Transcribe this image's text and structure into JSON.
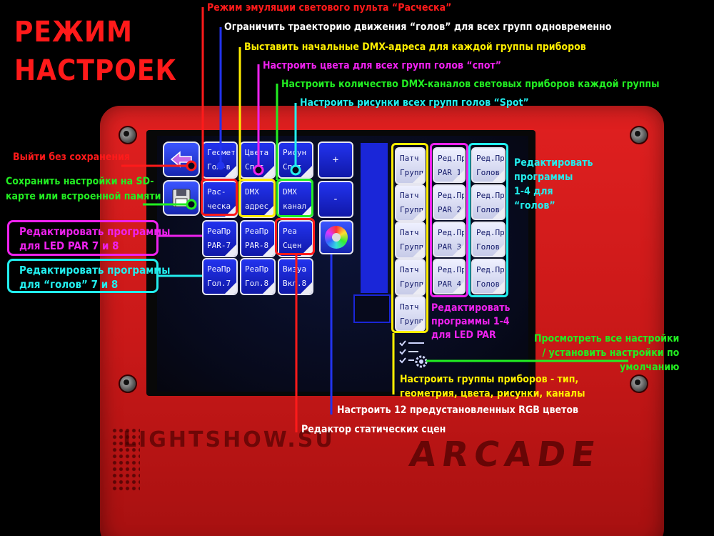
{
  "title": "РЕЖИМ\nНАСТРОЕК",
  "device": {
    "brand_left": "LIGHTSHOW.SU",
    "brand_right": "ARCADE"
  },
  "screen": {
    "buttons_row1": [
      {
        "label": "Геомет\nГол-в"
      },
      {
        "label": "Цвета\nСпот"
      },
      {
        "label": "Рисун\nСпот"
      },
      {
        "label": "+"
      }
    ],
    "buttons_row2": [
      {
        "label": "Рас-\nческа"
      },
      {
        "label": "DMX\nадрес"
      },
      {
        "label": "DMX\nканал"
      },
      {
        "label": "-"
      }
    ],
    "buttons_row3": [
      {
        "label": "РеаПр\nPAR-7"
      },
      {
        "label": "РеаПр\nPAR-8"
      },
      {
        "label": "Реа\nСцен"
      }
    ],
    "buttons_row4": [
      {
        "label": "РеаПр\nГол.7"
      },
      {
        "label": "РеаПр\nГол.8"
      },
      {
        "label": "Визуа\nВкл.8"
      }
    ],
    "patch_buttons": [
      {
        "label": "Патч\nГрупп"
      },
      {
        "label": "Патч\nГрупп"
      },
      {
        "label": "Патч\nГрупп"
      },
      {
        "label": "Патч\nГрупп"
      },
      {
        "label": "Патч\nГрупп"
      }
    ],
    "par_buttons": [
      {
        "label": "Ред.Пр\nPAR 1"
      },
      {
        "label": "Ред.Пр\nPAR 2"
      },
      {
        "label": "Ред.Пр\nPAR 3"
      },
      {
        "label": "Ред.Пр\nPAR 4"
      }
    ],
    "head_buttons": [
      {
        "label": "Ред.Пр\nГолов"
      },
      {
        "label": "Ред.Пр\nГолов"
      },
      {
        "label": "Ред.Пр\nГолов"
      },
      {
        "label": "Ред.Пр\nГолов"
      }
    ]
  },
  "annotations": {
    "comb_mode": "Режим эмуляции светового пульта “Расческа”",
    "limit_trajectory": "Ограничить траекторию движения “голов” для всех групп одновременно",
    "dmx_addresses": "Выставить начальные DMX-адреса для каждой группы приборов",
    "spot_colors": "Настроить цвета для всех групп голов “спот”",
    "dmx_channels": "Настроить количество DMX-каналов световых приборов каждой группы",
    "spot_gobos": "Настроить рисунки всех групп голов “Spot”",
    "exit_no_save": "Выйти без сохранения",
    "save_settings": "Сохранить настройки на SD-\nкарте или встроенной памяти",
    "edit_par_78": "Редактировать программы\nдля LED PAR 7 и 8",
    "edit_heads_78": "Редактировать программы\nдля “голов” 7 и 8",
    "edit_heads_14": "Редактировать\nпрограммы\n1-4 для\n“голов”",
    "edit_par_14": "Редактировать\nпрограммы 1-4\nдля LED PAR",
    "view_settings": "Просмотреть все настройки\n/ установить настройки по\nумолчанию",
    "fixture_groups": "Настроить группы приборов - тип,\nгеометрия, цвета, рисунки, каналы",
    "rgb_presets": "Настроить 12 предустановленных RGB цветов",
    "static_scenes": "Редактор статических сцен"
  },
  "colors": {
    "red": "#ff1a1a",
    "blue": "#2233ee",
    "yellow": "#ffee00",
    "magenta": "#ee22ee",
    "green": "#22ee22",
    "cyan": "#22eeee"
  }
}
